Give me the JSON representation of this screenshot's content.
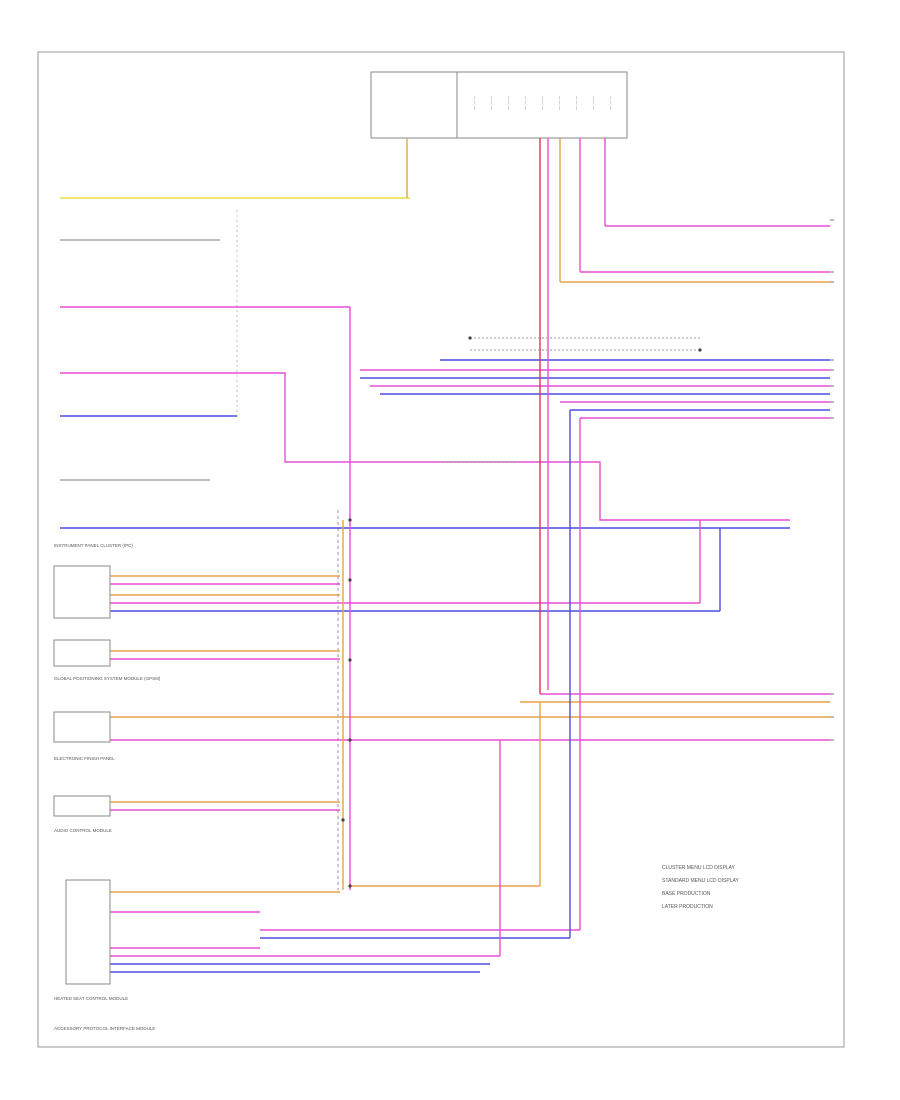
{
  "diagram": {
    "legend": [
      "CLUSTER MENU LCD DISPLAY",
      "STANDARD MENU LCD DISPLAY",
      "BASE PRODUCTION",
      "LATER PRODUCTION"
    ],
    "blocks": [
      "INSTRUMENT PANEL CLUSTER (IPC)",
      "GLOBAL POSITIONING SYSTEM MODULE (GPSM)",
      "ELECTRONIC FINISH PANEL",
      "AUDIO CONTROL MODULE",
      "HEATED SEAT CONTROL MODULE",
      "ACCESSORY PROTOCOL INTERFACE MODULE"
    ],
    "wire_colors": {
      "yellow": "#e8e23a",
      "pink": "#e84fd2",
      "blue": "#4a4de0",
      "red": "#e4324f",
      "orange": "#e6a24a",
      "lightblue": "#8fb6f0",
      "gray": "#9a9a9a"
    }
  }
}
